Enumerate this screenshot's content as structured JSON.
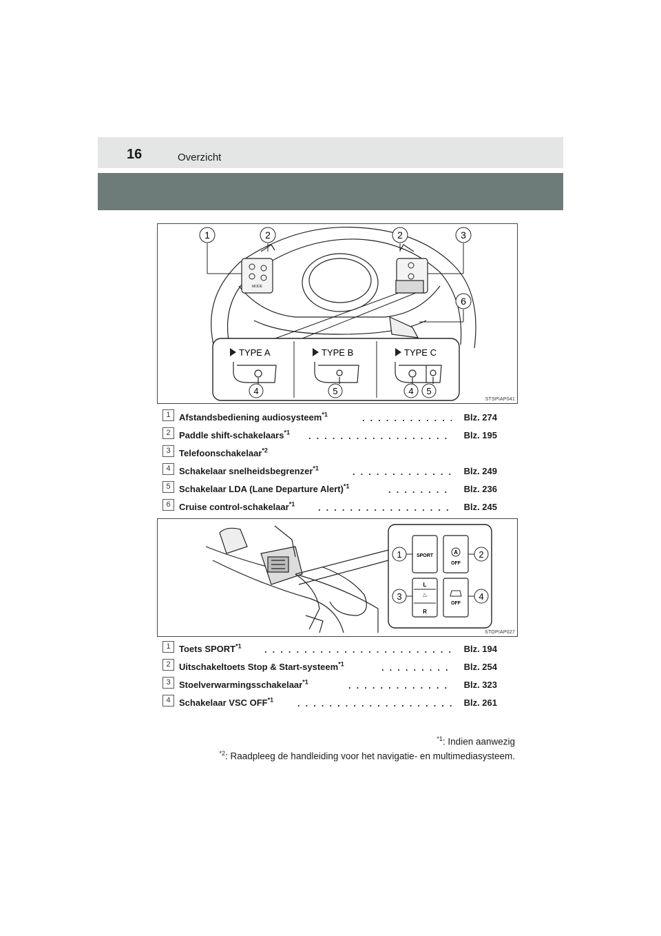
{
  "header": {
    "page_number": "16",
    "section": "Overzicht"
  },
  "figure1": {
    "code": "STSPIAP041",
    "callouts": [
      "1",
      "2",
      "2",
      "3",
      "6"
    ],
    "types": [
      "TYPE A",
      "TYPE B",
      "TYPE C"
    ],
    "type_callouts": [
      "4",
      "5",
      "4",
      "5"
    ],
    "switch_label": "MODE"
  },
  "list1": [
    {
      "num": "1",
      "text": "Afstandsbediening audiosysteem",
      "sup": "*1",
      "page": "Blz. 274"
    },
    {
      "num": "2",
      "text": "Paddle shift-schakelaars",
      "sup": "*1",
      "page": "Blz. 195"
    },
    {
      "num": "3",
      "text": "Telefoonschakelaar",
      "sup": "*2",
      "page": ""
    },
    {
      "num": "4",
      "text": "Schakelaar snelheidsbegrenzer",
      "sup": "*1",
      "page": "Blz. 249"
    },
    {
      "num": "5",
      "text": "Schakelaar LDA (Lane Departure Alert)",
      "sup": "*1",
      "page": "Blz. 236"
    },
    {
      "num": "6",
      "text": "Cruise control-schakelaar",
      "sup": "*1",
      "page": "Blz. 245"
    }
  ],
  "figure2": {
    "code": "STOPIAP027",
    "callouts": [
      "1",
      "2",
      "3",
      "4"
    ],
    "buttons": {
      "sport": "SPORT",
      "a_letter": "A",
      "a_off": "OFF",
      "seat_l": "L",
      "seat_r": "R",
      "vsc_off": "OFF"
    }
  },
  "list2": [
    {
      "num": "1",
      "text": "Toets SPORT",
      "sup": "*1",
      "page": "Blz. 194"
    },
    {
      "num": "2",
      "text": "Uitschakeltoets Stop & Start-systeem",
      "sup": "*1",
      "page": "Blz. 254"
    },
    {
      "num": "3",
      "text": "Stoelverwarmingsschakelaar",
      "sup": "*1",
      "page": "Blz. 323"
    },
    {
      "num": "4",
      "text": "Schakelaar VSC OFF",
      "sup": "*1",
      "page": "Blz. 261"
    }
  ],
  "footnotes": [
    {
      "mark": "*1",
      "text": ": Indien aanwezig"
    },
    {
      "mark": "*2",
      "text": ": Raadpleeg de handleiding voor het navigatie- en multimediasysteem."
    }
  ]
}
